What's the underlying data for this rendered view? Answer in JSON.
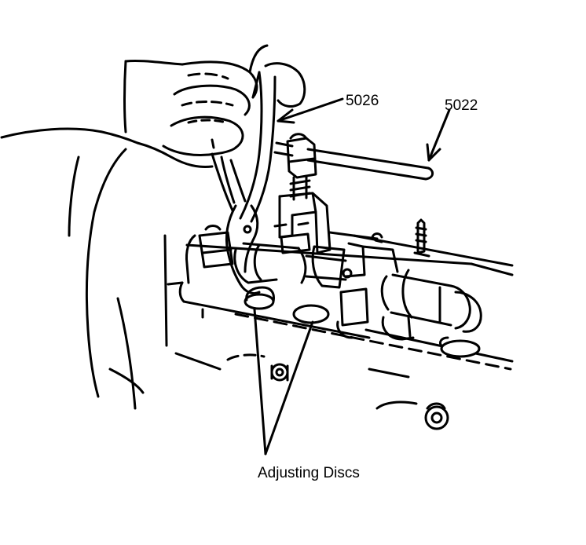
{
  "figure": {
    "callouts": {
      "tool_5026": "5026",
      "tool_5022": "5022",
      "adjusting_discs": "Adjusting Discs"
    }
  },
  "colors": {
    "ink": "#000000",
    "paper": "#ffffff"
  }
}
